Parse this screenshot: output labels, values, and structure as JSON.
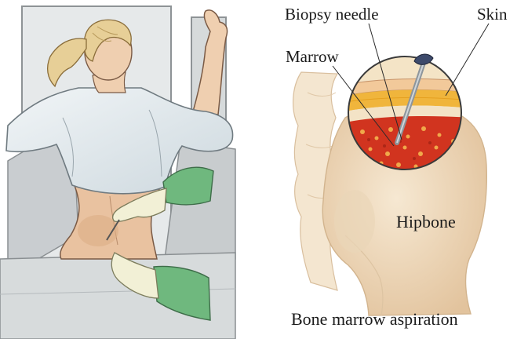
{
  "labels": {
    "biopsy_needle": "Biopsy needle",
    "skin": "Skin",
    "marrow": "Marrow",
    "hipbone": "Hipbone"
  },
  "caption": "Bone marrow aspiration",
  "colors": {
    "gown": "#e6edf1",
    "skin_tone": "#efcfb0",
    "hair": "#e7cf97",
    "glove": "#f2f0d6",
    "sleeve": "#6fb87e",
    "bone": "#f3e2c7",
    "marrow_red": "#d1341f",
    "fat_yellow": "#f0b53c"
  }
}
